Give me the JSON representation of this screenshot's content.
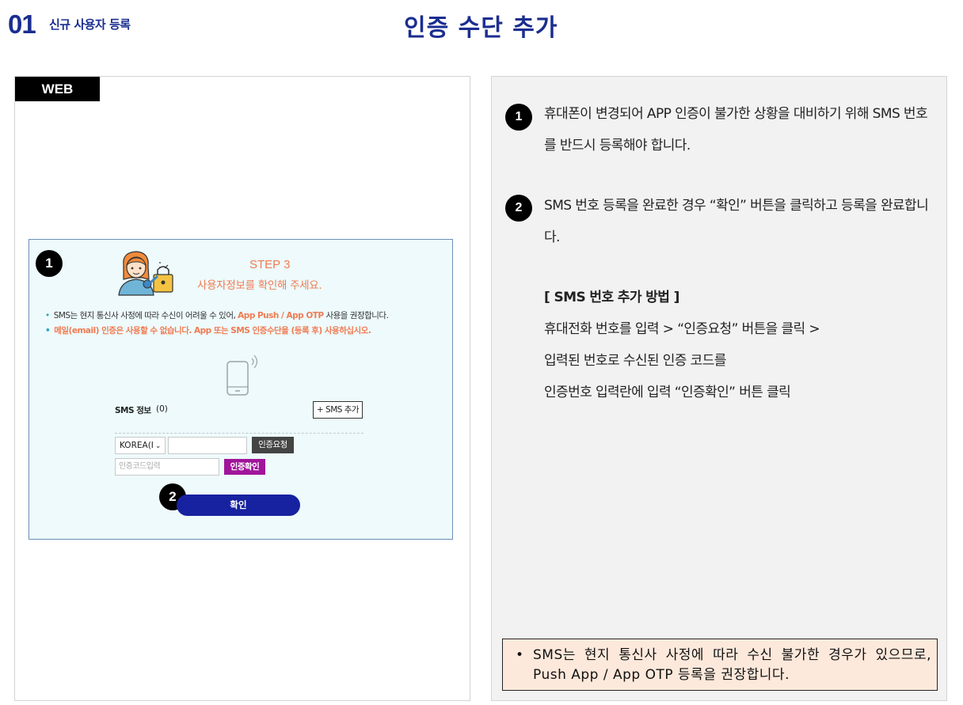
{
  "header": {
    "number": "01",
    "subtitle": "신규 사용자 등록",
    "title": "인증 수단 추가"
  },
  "left": {
    "tag": "WEB",
    "mockup": {
      "badge1": "1",
      "badge2": "2",
      "step_title": "STEP 3",
      "step_desc": "사용자정보를 확인해 주세요.",
      "note1_prefix": "SMS는 현지 통신사 사정에 따라 수신이 어려울 수 있어, ",
      "note1_highlight": "App Push / App OTP",
      "note1_suffix": " 사용을 권장합니다.",
      "note2": "메일(email) 인증은 사용할 수 없습니다. App 또는 SMS 인증수단을 (등록 후) 사용하십시오.",
      "sms_label": "SMS 정보",
      "sms_count": "(0)",
      "add_sms_button": "+ SMS 추가",
      "country_select": "KOREA(I",
      "request_button": "인증요청",
      "code_placeholder": "인증코드입력",
      "verify_button": "인증확인",
      "confirm_button": "확인"
    }
  },
  "right": {
    "badge1": "1",
    "badge2": "2",
    "instruction1": "휴대폰이 변경되어 APP 인증이 불가한 상황을 대비하기 위해 SMS 번호를  반드시 등록해야  합니다.",
    "instruction2": "SMS 번호 등록을 완료한 경우 “확인” 버튼을 클릭하고 등록을 완료합니다.",
    "method_title": "[ SMS 번호 추가 방법 ]",
    "method_steps": [
      "휴대전화 번호를 입력 > “인증요청” 버튼을 클릭 >",
      "입력된 번호로 수신된 인증 코드를",
      "인증번호 입력란에 입력 “인증확인” 버튼 클릭"
    ],
    "warning": "SMS는 현지 통신사 사정에 따라 수신 불가한 경우가 있으므로, Push App / App OTP 등록을 권장합니다."
  },
  "colors": {
    "brand_navy": "#1b2e8f",
    "accent_orange": "#f07b52",
    "verify_purple": "#a0159a",
    "confirm_blue": "#1722a0",
    "warning_bg": "#fde9dc"
  }
}
